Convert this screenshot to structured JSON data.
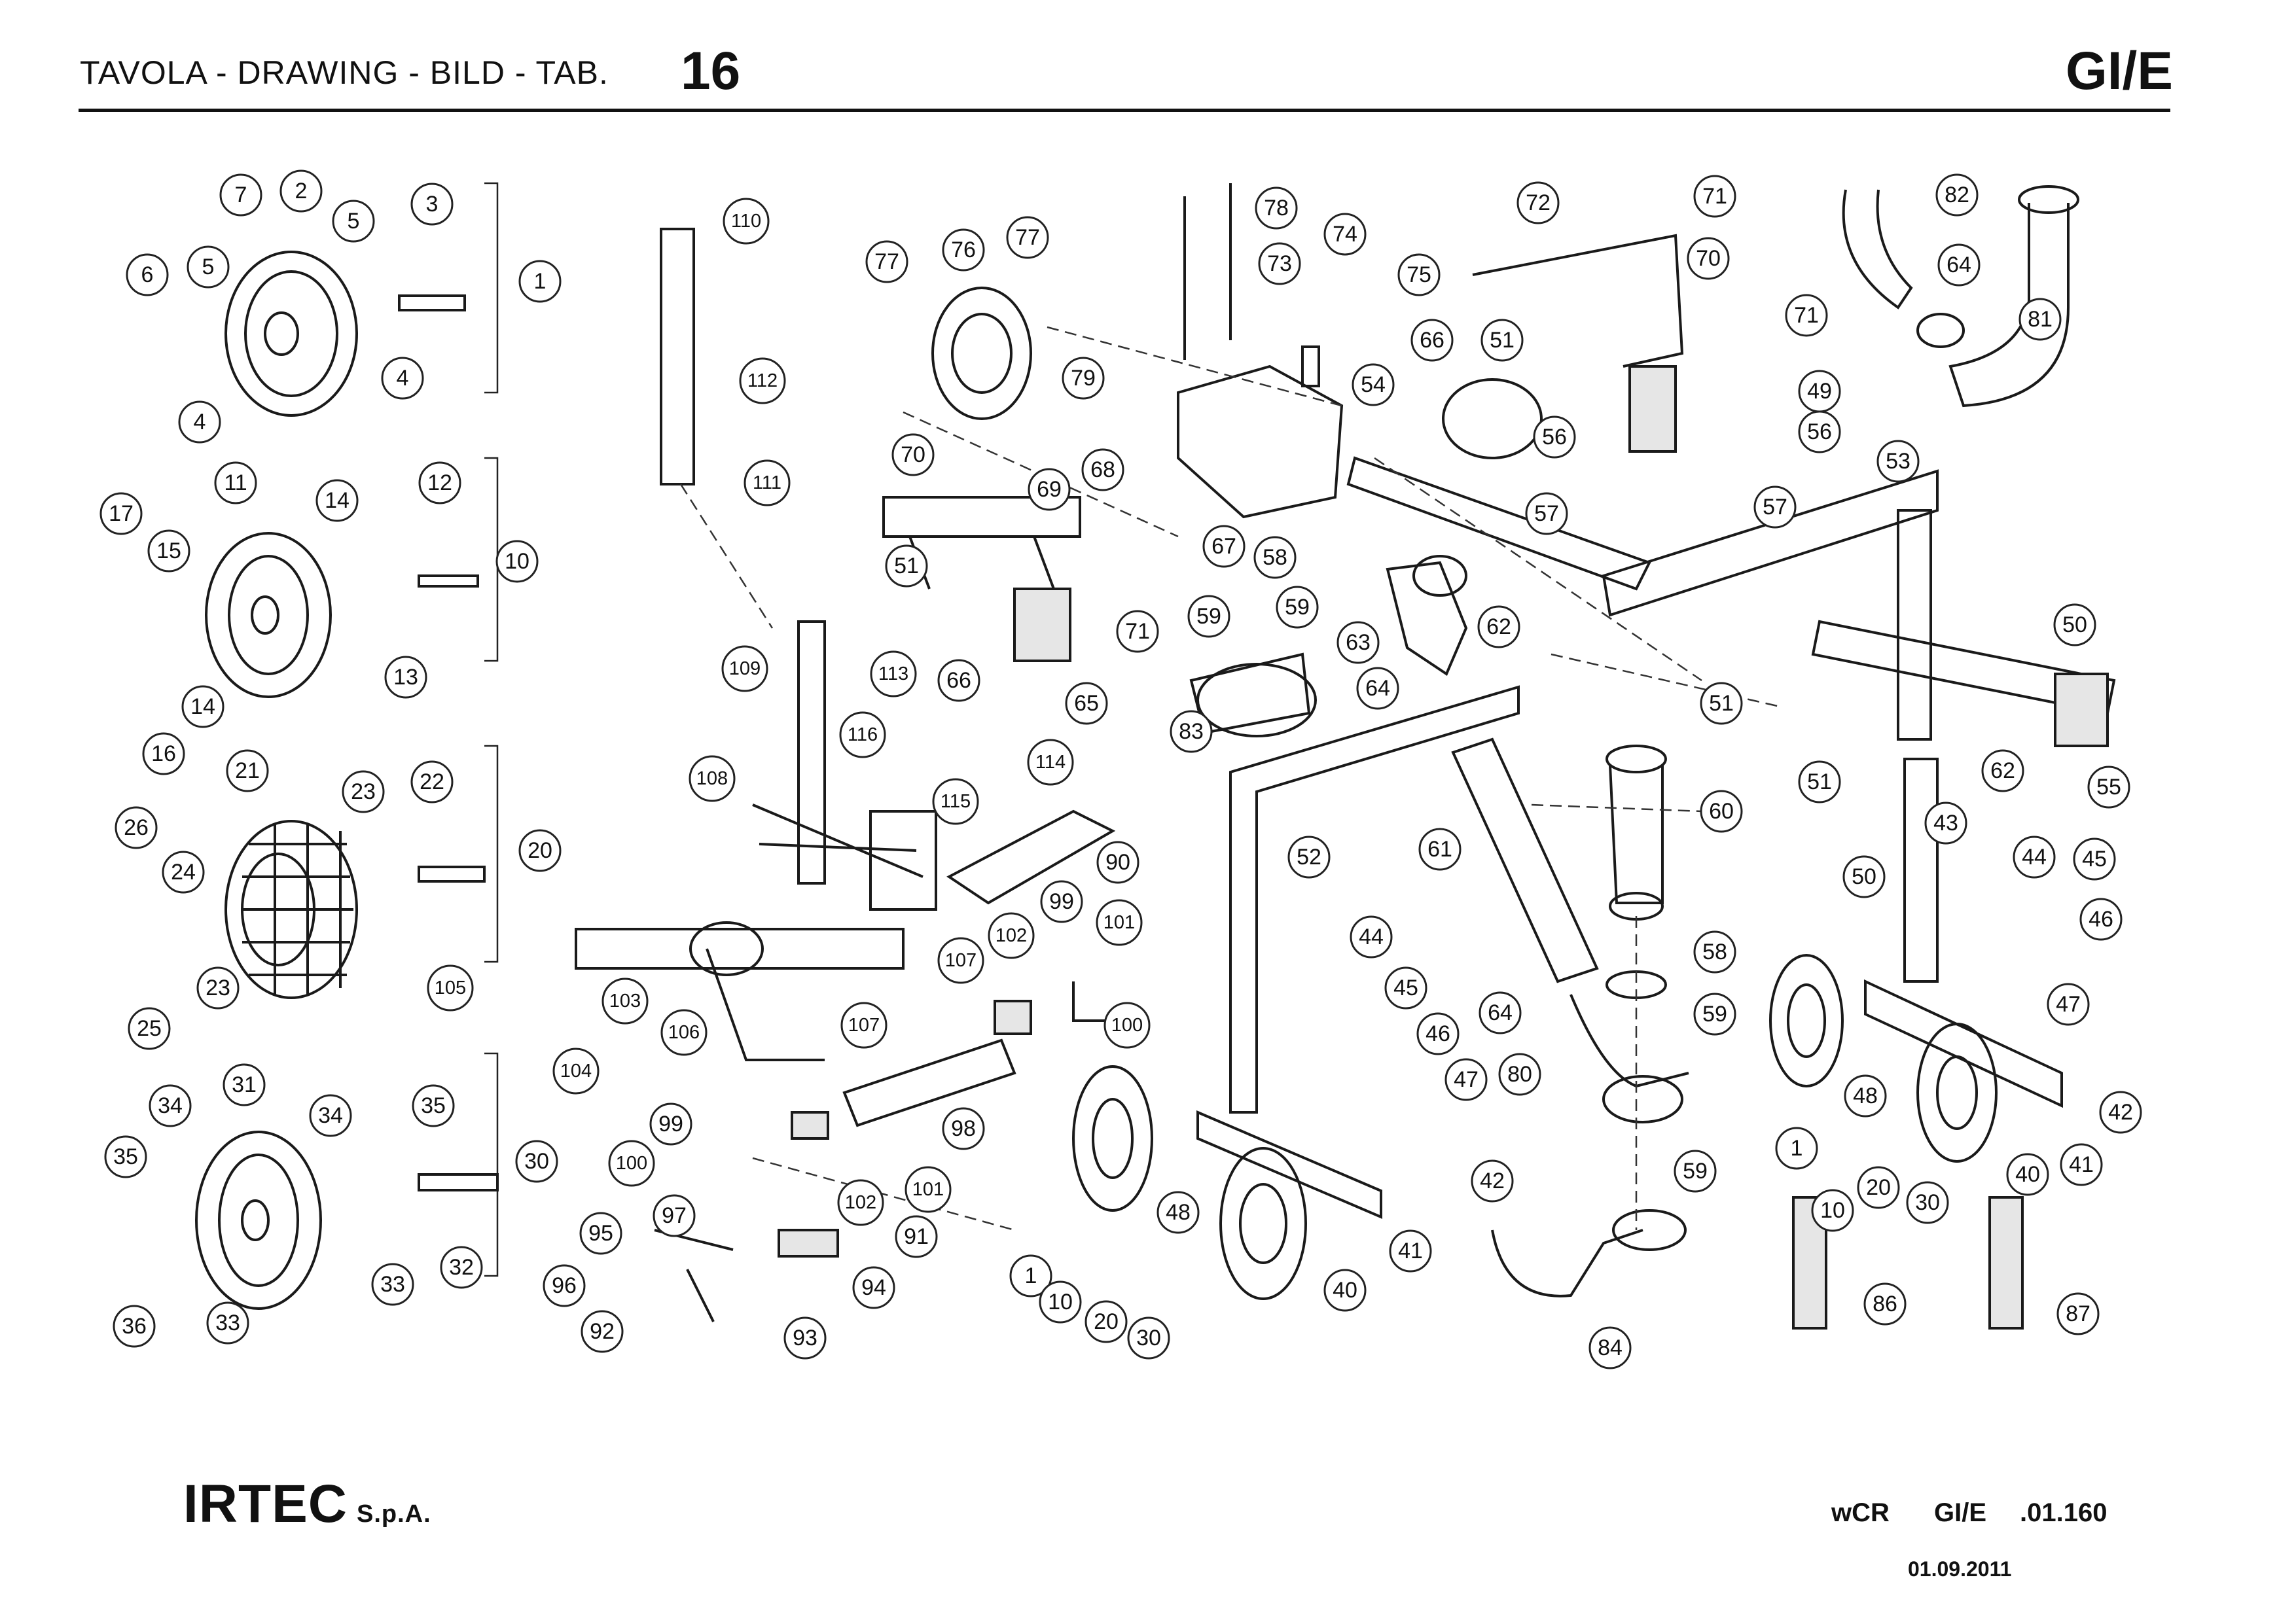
{
  "header": {
    "title": "TAVOLA - DRAWING - BILD - TAB.",
    "table_number": "16",
    "model": "GI/E"
  },
  "footer": {
    "brand": "IRTEC",
    "brand_suffix": "S.p.A.",
    "code_parts": [
      "wCR",
      "GI/E",
      ".01.160"
    ],
    "date": "01.09.2011"
  },
  "callout_labels": [
    "1",
    "2",
    "3",
    "4",
    "5",
    "6",
    "7",
    "10",
    "11",
    "12",
    "13",
    "14",
    "15",
    "16",
    "17",
    "20",
    "21",
    "22",
    "23",
    "24",
    "25",
    "26",
    "30",
    "31",
    "32",
    "33",
    "34",
    "35",
    "36",
    "40",
    "41",
    "42",
    "43",
    "44",
    "45",
    "46",
    "47",
    "48",
    "49",
    "50",
    "51",
    "52",
    "53",
    "54",
    "55",
    "56",
    "57",
    "58",
    "59",
    "60",
    "61",
    "62",
    "63",
    "64",
    "65",
    "66",
    "67",
    "68",
    "69",
    "70",
    "71",
    "72",
    "73",
    "74",
    "75",
    "76",
    "77",
    "78",
    "79",
    "80",
    "81",
    "82",
    "83",
    "84",
    "86",
    "87",
    "90",
    "91",
    "92",
    "93",
    "94",
    "95",
    "96",
    "97",
    "98",
    "99",
    "100",
    "101",
    "102",
    "103",
    "104",
    "105",
    "106",
    "107",
    "108",
    "109",
    "110",
    "111",
    "112",
    "113",
    "114",
    "115",
    "116"
  ]
}
